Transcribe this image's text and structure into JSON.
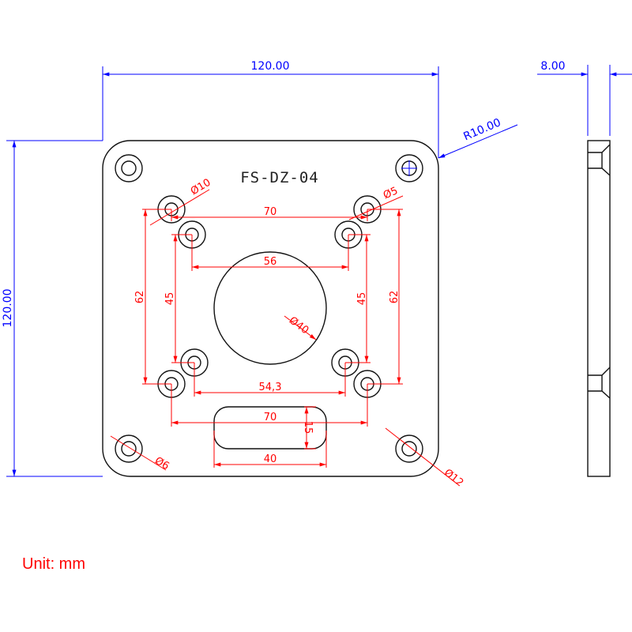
{
  "part_number": "FS-DZ-04",
  "unit_label": "Unit: mm",
  "overall_dimensions": {
    "width": "120.00",
    "height": "120.00",
    "thickness": "8.00",
    "corner_radius": "R10.00"
  },
  "hole_dimensions": {
    "outer_spacing_x": "70",
    "outer_spacing_y": "62",
    "inner_spacing_x_top": "56",
    "inner_spacing_x_bottom": "54,3",
    "inner_spacing_y_left": "45",
    "inner_spacing_y_right": "45",
    "outer_spacing_y_right": "62",
    "center_hole_diameter": "Ø40",
    "counterbore_diameter": "Ø10",
    "hole_diameter": "Ø5",
    "corner_hole_diameter": "Ø6",
    "corner_counterbore_diameter": "Ø12"
  },
  "slot_dimensions": {
    "hole_span": "70",
    "height": "15",
    "length": "40"
  },
  "colors": {
    "outline": "#111111",
    "dimension_red": "#ff0000",
    "dimension_blue": "#0000ff"
  }
}
